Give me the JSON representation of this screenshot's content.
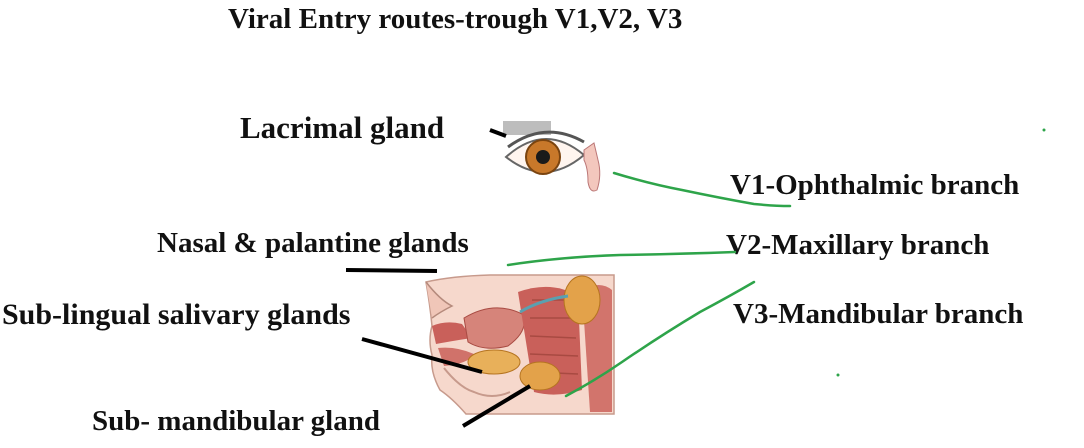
{
  "title": "Viral Entry routes-trough V1,V2, V3",
  "labels": {
    "lacrimal": "Lacrimal gland",
    "nasal": "Nasal & palantine glands",
    "sublingual": "Sub-lingual  salivary glands",
    "submandibular": "Sub- mandibular gland"
  },
  "branches": {
    "v1": "V1-Ophthalmic branch",
    "v2": "V2-Maxillary branch",
    "v3": "V3-Mandibular branch"
  },
  "colors": {
    "nerve": "#2ea44a",
    "pointer": "#000000",
    "iris": "#c8782a",
    "muscle": "#c9605a",
    "gland": "#e3a24a"
  },
  "icons": {
    "eye": "eye-illustration",
    "head": "head-cross-section-illustration"
  }
}
